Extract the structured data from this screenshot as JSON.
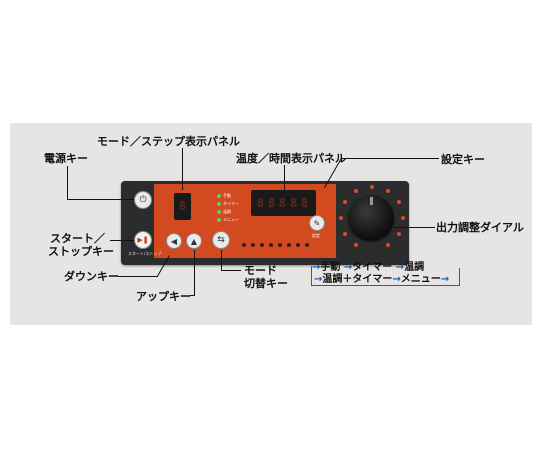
{
  "callouts": {
    "mode_step_display": "モード／ステップ表示パネル",
    "power_key": "電源キー",
    "temp_time_display": "温度／時間表示パネル",
    "set_key": "設定キー",
    "start_stop_key_1": "スタート／",
    "start_stop_key_2": "ストップキー",
    "output_dial": "出力調整ダイアル",
    "down_key": "ダウンキー",
    "mode_switch_key_1": "モード",
    "mode_switch_key_2": "切替キー",
    "up_key": "アップキー"
  },
  "mode_flow": {
    "row1": [
      "手動",
      "タイマー",
      "温調"
    ],
    "row2": [
      "温調＋タイマー",
      "メニュー"
    ]
  },
  "panel": {
    "mode_indicators": [
      "手動",
      "タイマー",
      "温調",
      "メニュー"
    ],
    "start_button_caption": "スタート/ストップ",
    "set_button_caption": "設定"
  },
  "colors": {
    "panel_orange": "#d34a21",
    "panel_dark": "#2b2c2e",
    "flow_arrow": "#2a5aa8"
  }
}
